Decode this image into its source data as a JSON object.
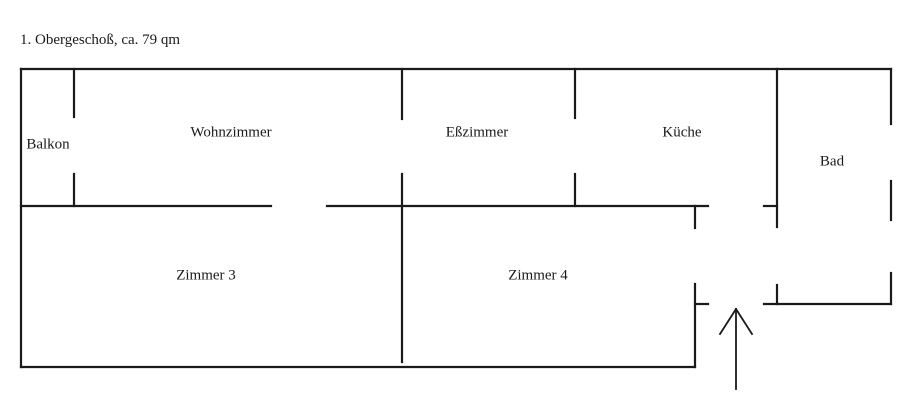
{
  "floor_heading": "1. Obergeschoß, ca. 79 qm",
  "rooms": {
    "balkon": "Balkon",
    "wohnzimmer": "Wohnzimmer",
    "esszimmer": "Eßzimmer",
    "kueche": "Küche",
    "bad": "Bad",
    "zimmer3": "Zimmer 3",
    "zimmer4": "Zimmer 4"
  }
}
